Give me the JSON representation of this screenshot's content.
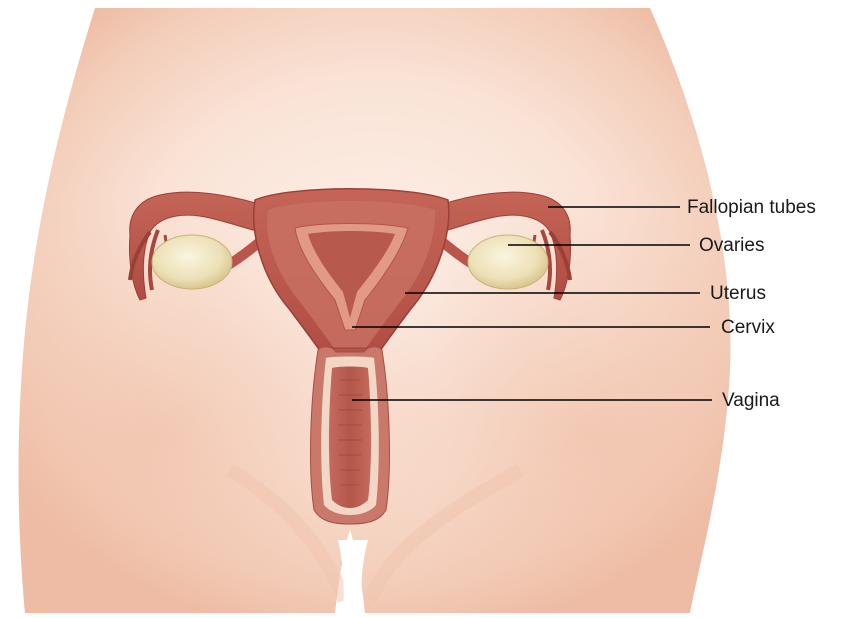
{
  "labels": {
    "fallopian_tubes": "Fallopian tubes",
    "ovaries": "Ovaries",
    "uterus": "Uterus",
    "cervix": "Cervix",
    "vagina": "Vagina"
  },
  "colors": {
    "skin_light": "#fbe9df",
    "skin_shadow": "#f2c9b5",
    "organ_outer": "#b9554b",
    "organ_inner": "#c96f60",
    "organ_lining": "#e8a58f",
    "ovary": "#f1e7c4",
    "leader_line": "#000000"
  }
}
